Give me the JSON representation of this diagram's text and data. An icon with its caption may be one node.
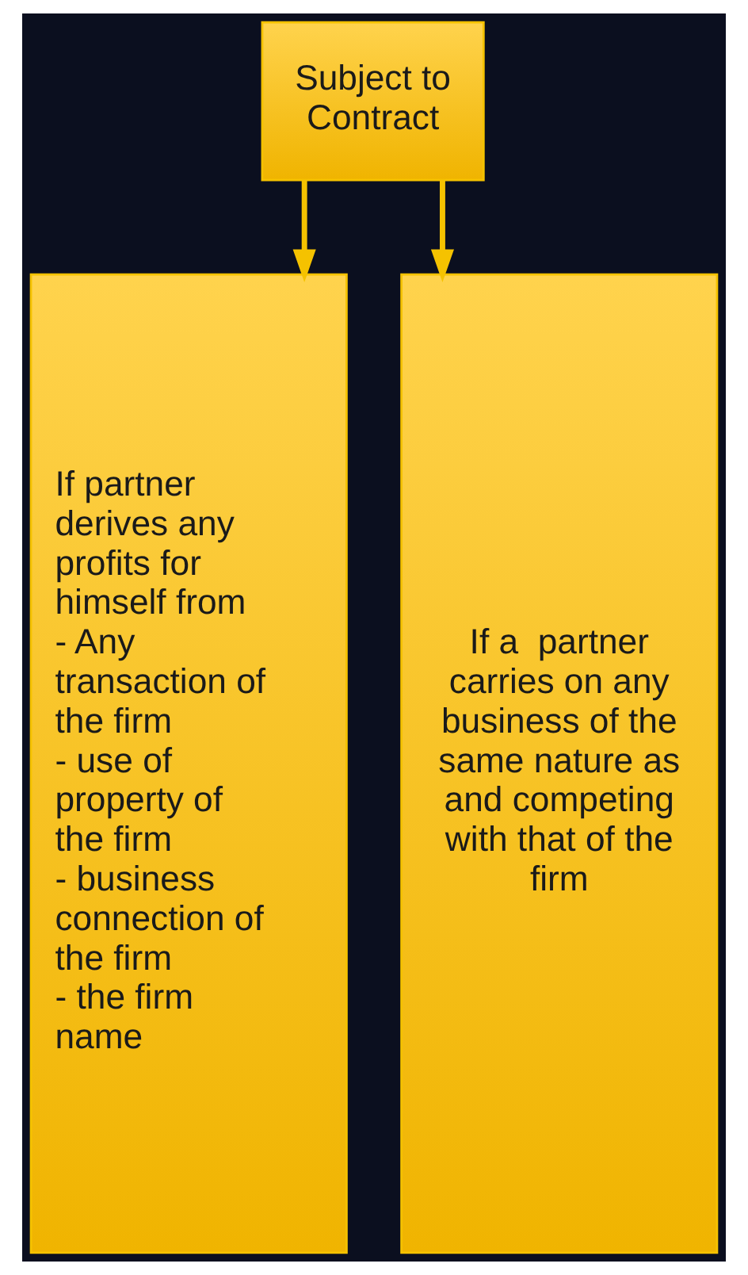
{
  "diagram": {
    "nodes": [
      {
        "text": [
          "Subject to Contract"
        ]
      },
      {
        "text": [
          "If partner derives any profits for himself from",
          "- Any transaction of the firm",
          "- use of property of the firm",
          "- business connection of the firm",
          "- the firm name"
        ]
      },
      {
        "text": [
          "If a  partner carries on any business of the same nature as and competing with that of the firm"
        ]
      }
    ],
    "edges": [
      {
        "from": 0,
        "to": 1,
        "arrow": "to"
      },
      {
        "from": 0,
        "to": 2,
        "arrow": "to"
      }
    ]
  }
}
